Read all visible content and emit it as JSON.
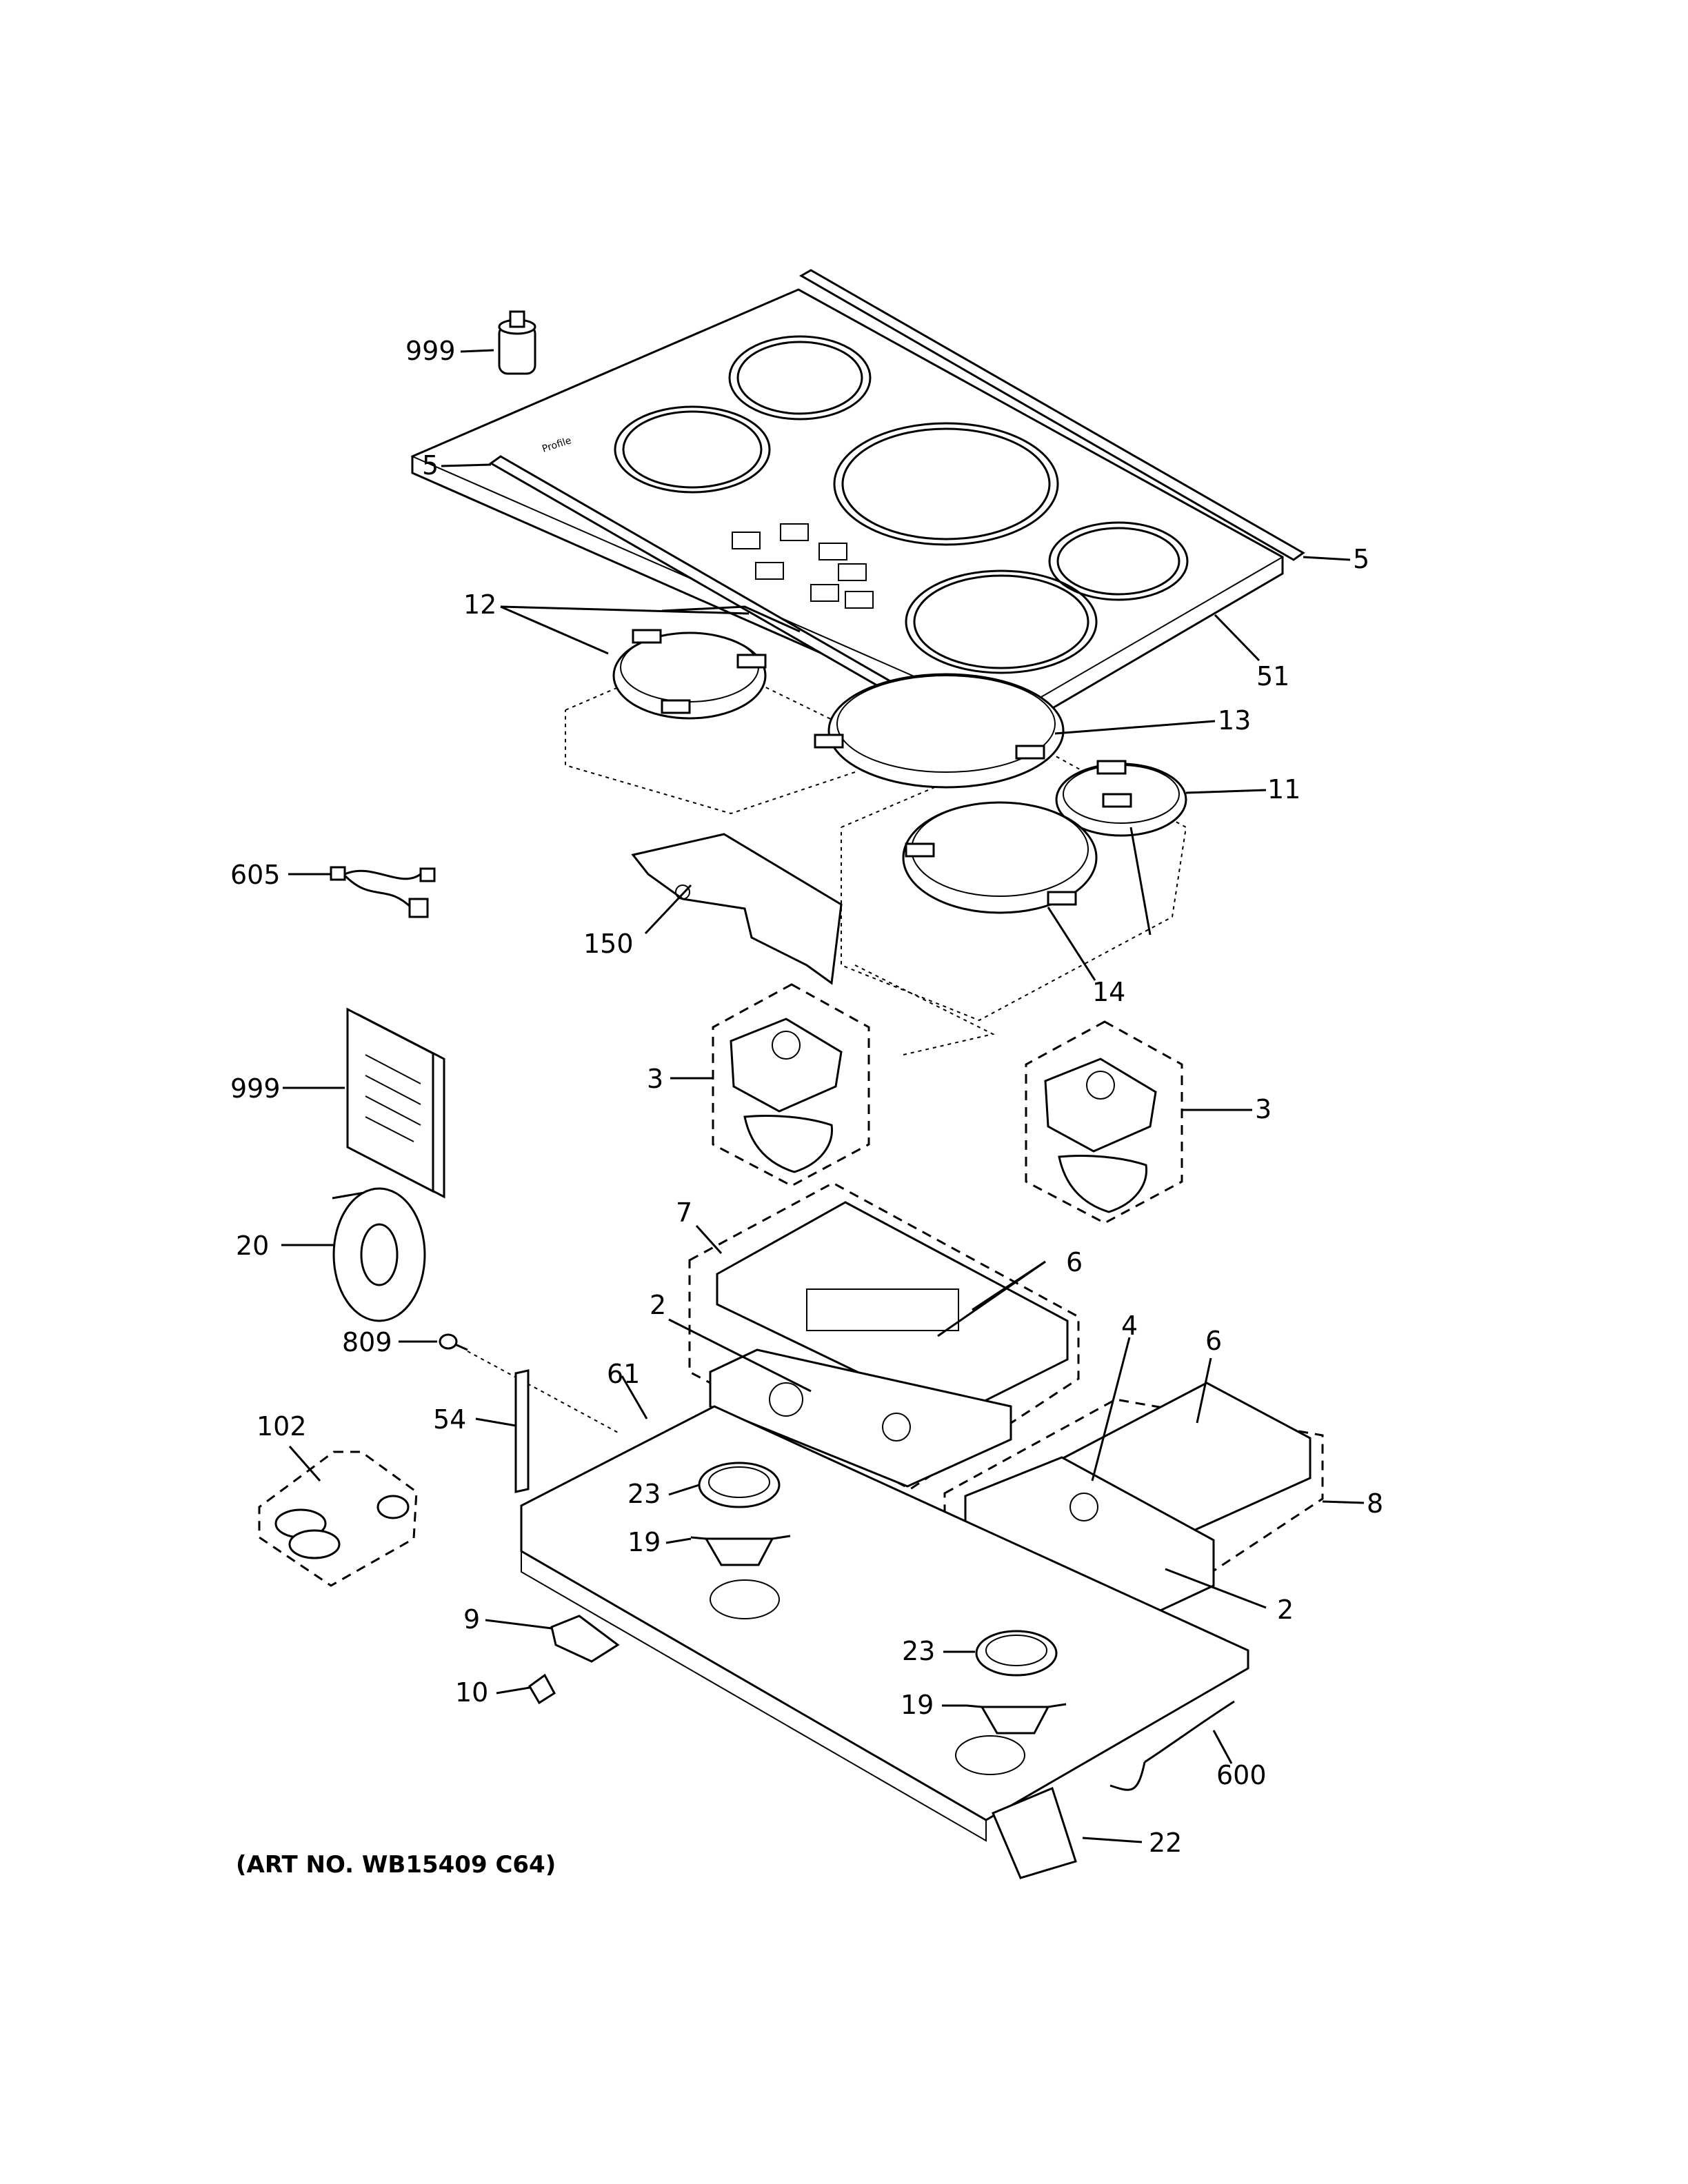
{
  "diagram": {
    "caption": "(ART NO. WB15409 C64)",
    "logo_text": "Profile",
    "callouts": [
      {
        "id": "999a",
        "label": "999"
      },
      {
        "id": "5a",
        "label": "5"
      },
      {
        "id": "5b",
        "label": "5"
      },
      {
        "id": "51",
        "label": "51"
      },
      {
        "id": "12",
        "label": "12"
      },
      {
        "id": "13",
        "label": "13"
      },
      {
        "id": "11",
        "label": "11"
      },
      {
        "id": "605",
        "label": "605"
      },
      {
        "id": "150",
        "label": "150"
      },
      {
        "id": "14",
        "label": "14"
      },
      {
        "id": "3a",
        "label": "3"
      },
      {
        "id": "3b",
        "label": "3"
      },
      {
        "id": "999b",
        "label": "999"
      },
      {
        "id": "7",
        "label": "7"
      },
      {
        "id": "6a",
        "label": "6"
      },
      {
        "id": "20",
        "label": "20"
      },
      {
        "id": "2a",
        "label": "2"
      },
      {
        "id": "4",
        "label": "4"
      },
      {
        "id": "6b",
        "label": "6"
      },
      {
        "id": "809",
        "label": "809"
      },
      {
        "id": "61",
        "label": "61"
      },
      {
        "id": "54",
        "label": "54"
      },
      {
        "id": "102",
        "label": "102"
      },
      {
        "id": "8",
        "label": "8"
      },
      {
        "id": "23a",
        "label": "23"
      },
      {
        "id": "19a",
        "label": "19"
      },
      {
        "id": "2b",
        "label": "2"
      },
      {
        "id": "9",
        "label": "9"
      },
      {
        "id": "23b",
        "label": "23"
      },
      {
        "id": "10",
        "label": "10"
      },
      {
        "id": "19b",
        "label": "19"
      },
      {
        "id": "600",
        "label": "600"
      },
      {
        "id": "22",
        "label": "22"
      }
    ]
  }
}
